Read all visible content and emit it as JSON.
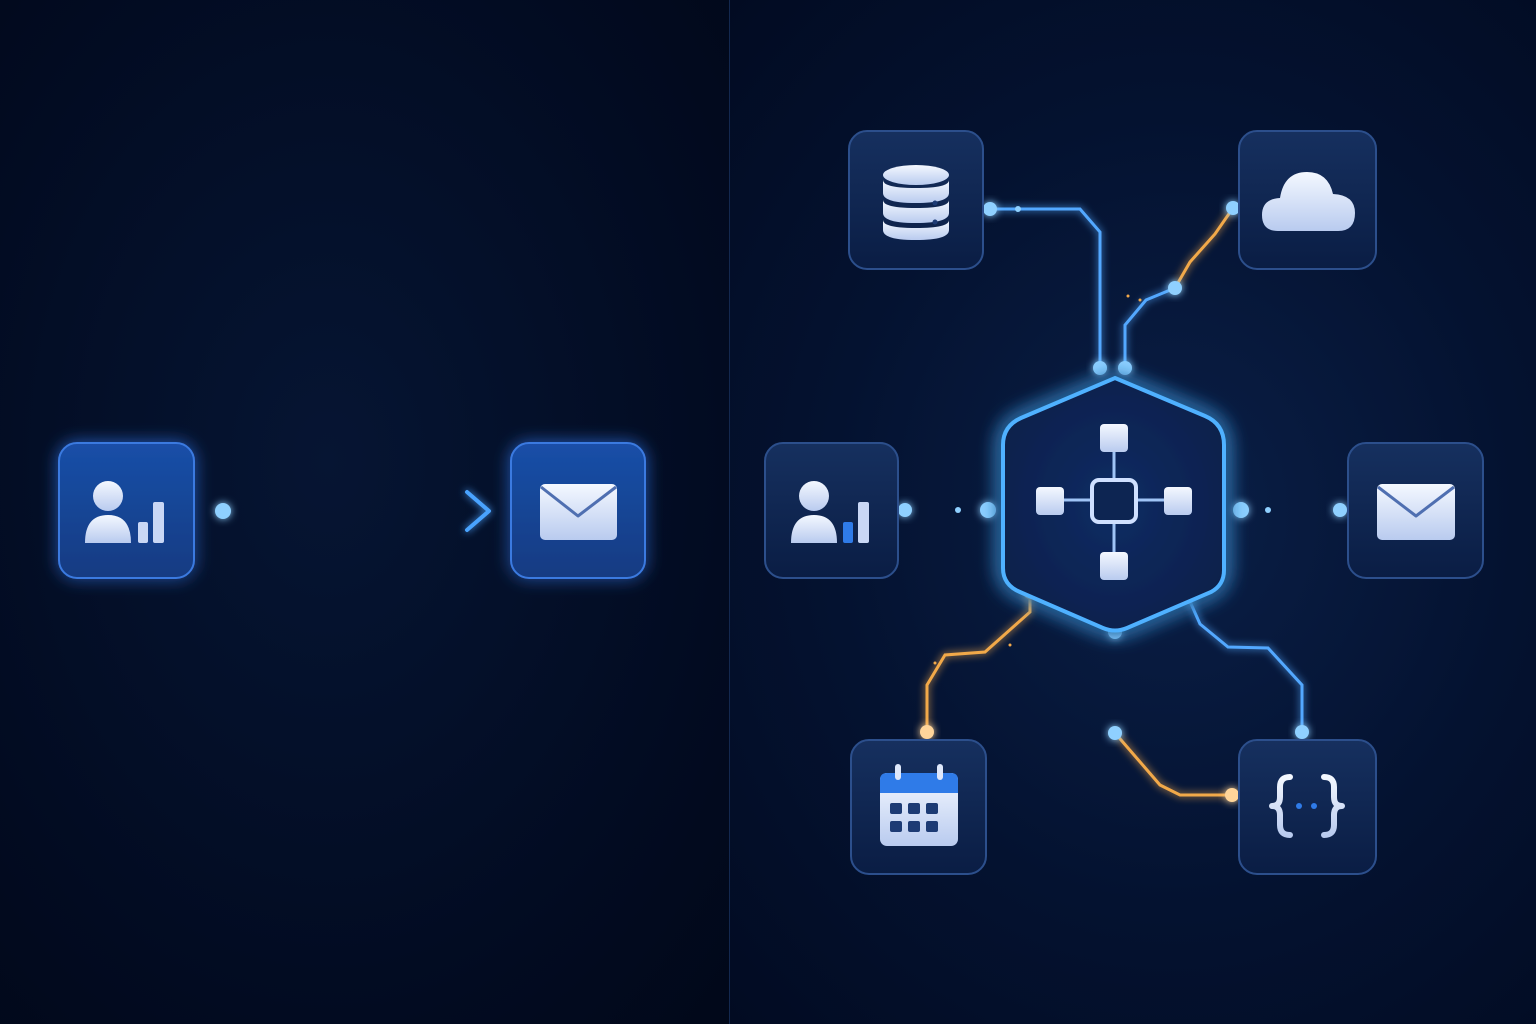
{
  "colors": {
    "background": "#020c24",
    "card_fill": "#0d2550",
    "card_stroke": "#2c4f8c",
    "card_fill_bright": "#15408f",
    "card_stroke_bright": "#3b7ae0",
    "link_blue": "#52a8ff",
    "link_orange": "#f2a94a",
    "icon_light": "#dfe8fb",
    "icon_blue": "#2f7be8",
    "hub_stroke": "#4fb1ff"
  },
  "left_panel": {
    "nodes": [
      {
        "name": "contacts-node",
        "icon": "user-chart-icon"
      },
      {
        "name": "email-node",
        "icon": "mail-icon"
      }
    ],
    "link": {
      "from": "contacts-node",
      "to": "email-node",
      "style": "arrow"
    }
  },
  "right_panel": {
    "hub": {
      "name": "integration-hub",
      "icon": "network-hub-icon"
    },
    "nodes": [
      {
        "name": "database-node",
        "icon": "database-icon"
      },
      {
        "name": "cloud-node",
        "icon": "cloud-icon"
      },
      {
        "name": "contacts-node",
        "icon": "user-chart-icon"
      },
      {
        "name": "email-node",
        "icon": "mail-icon"
      },
      {
        "name": "calendar-node",
        "icon": "calendar-icon"
      },
      {
        "name": "code-node",
        "icon": "code-braces-icon"
      }
    ],
    "links": [
      {
        "from": "database-node",
        "to": "integration-hub",
        "color": "blue"
      },
      {
        "from": "cloud-node",
        "to": "integration-hub",
        "color": "orange"
      },
      {
        "from": "contacts-node",
        "to": "integration-hub",
        "color": "blue"
      },
      {
        "from": "integration-hub",
        "to": "email-node",
        "color": "blue"
      },
      {
        "from": "integration-hub",
        "to": "calendar-node",
        "color": "orange"
      },
      {
        "from": "integration-hub",
        "to": "code-node",
        "color": "blue"
      },
      {
        "from": "integration-hub",
        "to": "code-node",
        "color": "orange"
      }
    ]
  }
}
